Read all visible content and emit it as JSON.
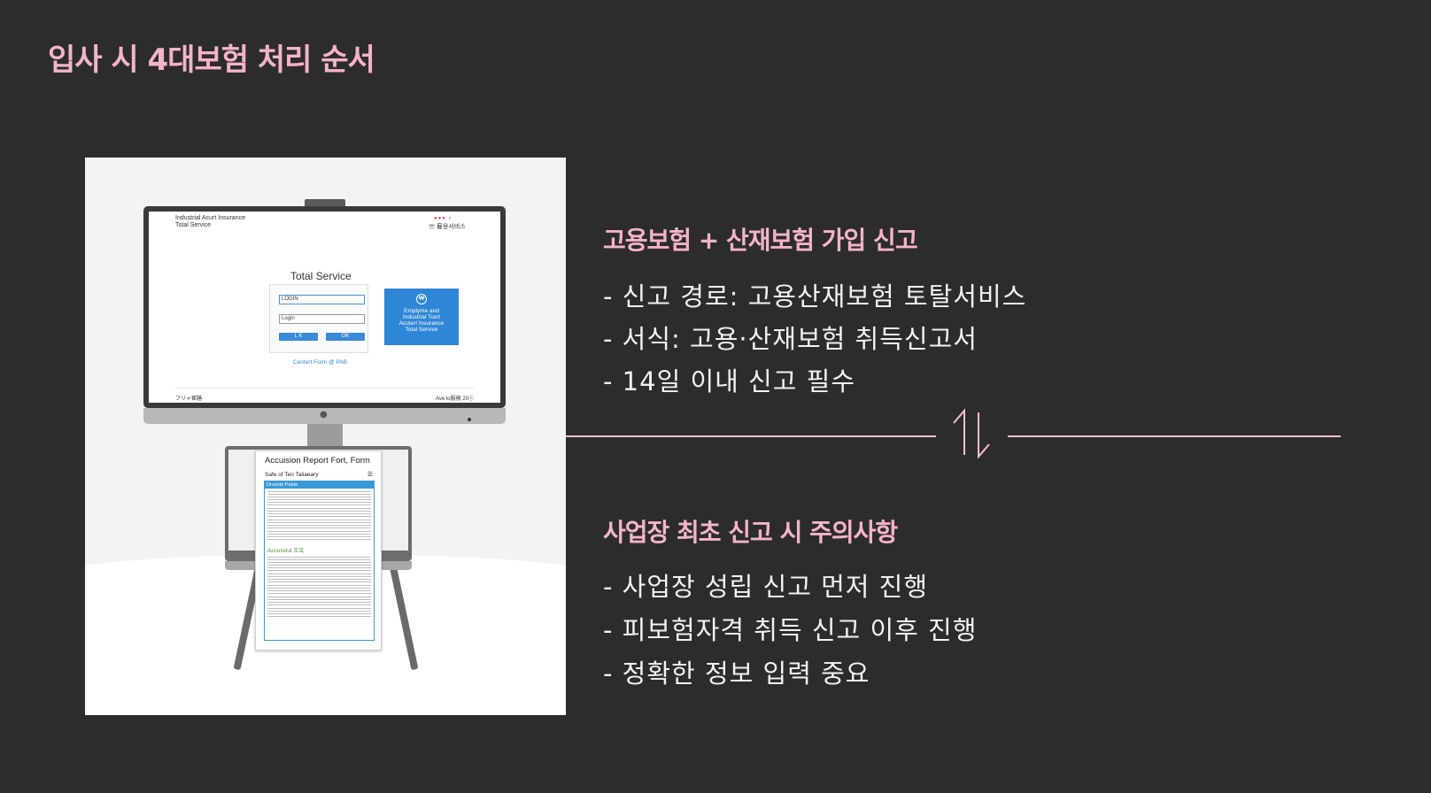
{
  "slide": {
    "title": "입사 시 4대보험 처리 순서"
  },
  "illustration": {
    "monitor": {
      "header_title_line1": "Industrial Acurt Insurance",
      "header_title_line2": "Total Service",
      "header_phone": "☏ 雇용서비스",
      "center_title": "Total Service",
      "field1_value": "LOGIN",
      "field2_value": "Login",
      "button1": "L K",
      "button2": "OK",
      "card_line1": "Emplyme and",
      "card_line2": "Industrial Tcert",
      "card_line3": "Acuterl Insurance",
      "card_line4": "Total Service",
      "link": "Centert Form @ PAB",
      "footer_left": "フリャ崔膳",
      "footer_right": "Ave lo服務 20ⓒ"
    },
    "document": {
      "title": "Accuision Report Fort, Form",
      "subtitle": "Safe of Ten Taliaeary",
      "head": "Drusetri Pepte",
      "section": "Accuisitul 조목"
    }
  },
  "section1": {
    "title": "고용보험 + 산재보험 가입 신고",
    "bullets": [
      "- 신고 경로: 고용산재보험 토탈서비스",
      "- 서식: 고용·산재보험 취득신고서",
      "- 14일 이내 신고 필수"
    ]
  },
  "section2": {
    "title": "사업장 최초 신고 시 주의사항",
    "bullets": [
      "- 사업장 성립 신고 먼저 진행",
      "- 피보험자격 취득 신고 이후 진행",
      "- 정확한 정보 입력 중요"
    ]
  },
  "colors": {
    "background": "#2c2c2c",
    "accent": "#f4b4c8",
    "text": "#f2f2f2"
  },
  "icons": {
    "divider": "swap-arrows-icon"
  }
}
